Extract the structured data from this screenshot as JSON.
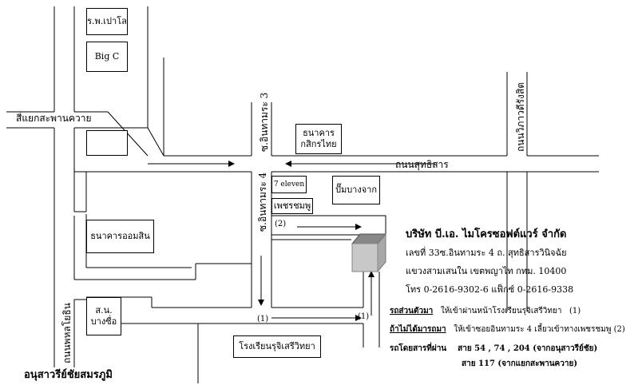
{
  "landmarks": {
    "phaolo_hospital": "ร.พ.เปาโล",
    "big_c": "Big C",
    "kasikorn_bank": "ธนาคาร\nกสิกรไทย",
    "seven_eleven": "7 eleven",
    "petchchomphu": "เพชรชมพู",
    "bangchak_station": "ปั๊มบางจาก",
    "gsb_bank": "ธนาคารออมสิน",
    "bangsue_office": "ส.น.\nบางซื่อ",
    "school": "โรงเรียนรุจิเสรีวิทยา"
  },
  "roads": {
    "saphan_khwai_junction": "สี่แยกสะพานควาย",
    "sutthisan_road": "ถนนสุทธิสาร",
    "soi_inthamara_3": "ซ.อินทามระ 3",
    "soi_inthamara_4": "ซ.อินทามระ 4",
    "vibhavadi_road": "ถนนวิภาวดีรังสิต",
    "phahonyothin_road": "ถนนพหลโยธิน",
    "victory_monument": "อนุสาวรีย์ชัยสมรภูมิ"
  },
  "markers": {
    "one_a": "(1)",
    "one_b": "(1)",
    "two": "(2)"
  },
  "company": {
    "name": "บริษัท บี.เอ. ไมโครซอฟต์แวร์ จำกัด",
    "address_1": "เลขที่ 33ซ.อินทามระ 4  ถ. สุทธิสารวินิจฉัย",
    "address_2": "แขวงสามเสนใน  เขตพญาไท  กทม.  10400",
    "contact": "โทร 0-2616-9302-6  แฟ็กซ์ 0-2616-9338"
  },
  "directions": {
    "private_car_label": "รถส่วนตัวมา",
    "private_car_text": "ให้เข้าผ่านหน้าโรงเรียนรุจิเสรีวิทยา",
    "private_car_ref": "(1)",
    "if_lost_label": "ถ้าไม่ได้มารถมา",
    "if_lost_text": "ให้เข้าซอยอินทามระ 4 เลี้ยวเข้าทางเพชรชมพู",
    "if_lost_ref": "(2)",
    "bus_label": "รถโดยสารที่ผ่าน",
    "bus_line_1": "สาย 54 , 74 , 204 (จากอนุสาวรีย์ชัย)",
    "bus_line_2": "สาย 117 (จากแยกสะพานควาย)"
  }
}
